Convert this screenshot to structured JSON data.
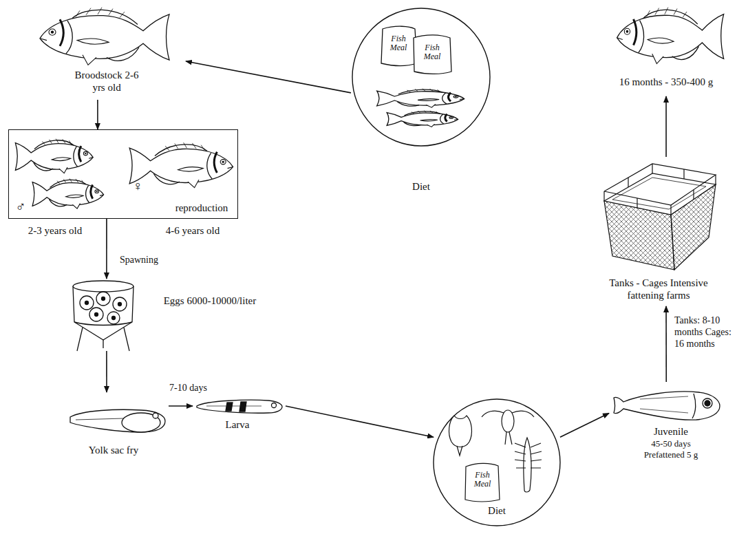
{
  "diagram": {
    "nodes": [
      {
        "text": [
          "Broodstock 2-6 yrs old"
        ]
      },
      {
        "text": [
          "reproduction"
        ]
      },
      {
        "text": [
          "Eggs 6000-10000/liter"
        ]
      },
      {
        "text": [
          "Yolk sac fry"
        ]
      },
      {
        "text": [
          "Larva"
        ]
      },
      {
        "text": [
          "Fish Meal",
          "Diet"
        ]
      },
      {
        "text": [
          "Juvenile",
          "45-50 days Prefattened 5 g"
        ]
      },
      {
        "text": [
          "Tanks - Cages Intensive fattening farms"
        ]
      },
      {
        "text": [
          "16 months - 350-400 g"
        ]
      },
      {
        "text": [
          "Fish Meal",
          "Fish Meal",
          "Diet"
        ]
      }
    ],
    "edges": [
      {
        "from": 9,
        "to": 0,
        "arrow": "to"
      },
      {
        "from": 0,
        "to": 1,
        "arrow": "to"
      },
      {
        "from": 1,
        "to": 2,
        "label": "Spawning",
        "arrow": "to"
      },
      {
        "from": 2,
        "to": 3,
        "arrow": "to"
      },
      {
        "from": 3,
        "to": 4,
        "label": "7-10 days",
        "arrow": "to"
      },
      {
        "from": 4,
        "to": 5,
        "arrow": "to"
      },
      {
        "from": 5,
        "to": 6,
        "arrow": "to"
      },
      {
        "from": 6,
        "to": 7,
        "label": "Tanks: 8-10 months Cages: 16 months",
        "arrow": "to"
      },
      {
        "from": 7,
        "to": 8,
        "arrow": "to"
      }
    ],
    "labels": [
      "2-3 years old",
      "4-6 years old",
      "♂",
      "♀"
    ]
  }
}
